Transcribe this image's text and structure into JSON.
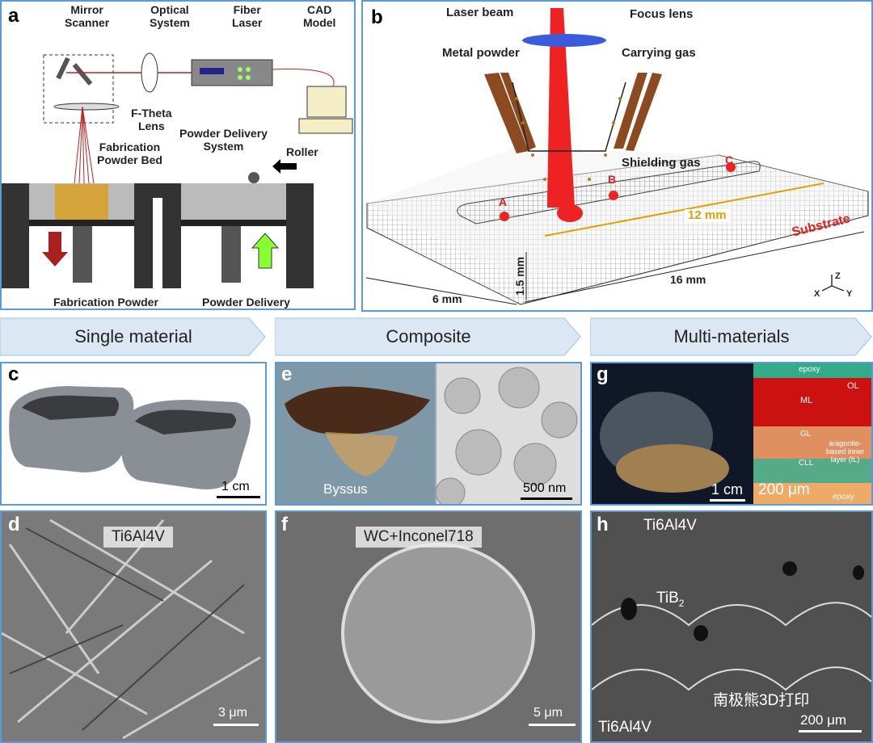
{
  "panel_a": {
    "label": "a",
    "mirror_scanner": "Mirror\nScanner",
    "optical_system": "Optical\nSystem",
    "fiber_laser": "Fiber\nLaser",
    "cad_model": "CAD\nModel",
    "f_theta_lens": "F-Theta\nLens",
    "powder_delivery_system": "Powder Delivery\nSystem",
    "roller": "Roller",
    "fabrication_powder_bed": "Fabrication\nPowder Bed",
    "fabrication_powder": "Fabrication Powder",
    "powder_delivery": "Powder Delivery"
  },
  "panel_b": {
    "label": "b",
    "laser_beam": "Laser beam",
    "focus_lens": "Focus lens",
    "metal_powder": "Metal powder",
    "carrying_gas": "Carrying gas",
    "shielding_gas": "Shielding gas",
    "point_a": "A",
    "point_b": "B",
    "point_c": "C",
    "length_12": "12 mm",
    "substrate": "Substrate",
    "height": "1.5 mm",
    "width": "6 mm",
    "length_16": "16 mm",
    "axis_x": "X",
    "axis_y": "Y",
    "axis_z": "Z"
  },
  "banners": [
    "Single material",
    "Composite",
    "Multi-materials"
  ],
  "panel_c": {
    "label": "c",
    "scale": "1 cm"
  },
  "panel_e": {
    "label": "e",
    "byssus": "Byssus",
    "scale": "500 nm"
  },
  "panel_g": {
    "label": "g",
    "scale_left": "1 cm",
    "scale_right": "200 μm",
    "epoxy_top": "epoxy",
    "ol": "OL",
    "ml": "ML",
    "gl": "GL",
    "cll": "CLL",
    "inner": "aragonite-\nbased inner\nlayer (IL)",
    "epoxy_bottom": "epoxy"
  },
  "panel_d": {
    "label": "d",
    "material": "Ti6Al4V",
    "scale": "3 μm"
  },
  "panel_f": {
    "label": "f",
    "material": "WC+Inconel718",
    "scale": "5 μm"
  },
  "panel_h": {
    "label": "h",
    "top": "Ti6Al4V",
    "tib2": "TiB",
    "tib2_sub": "2",
    "bottom": "Ti6Al4V",
    "scale": "200 μm",
    "watermark": "南极熊3D打印"
  },
  "colors": {
    "border": "#5b9bd5",
    "laser": "#e8262a",
    "banner": "#dbe8f4"
  }
}
